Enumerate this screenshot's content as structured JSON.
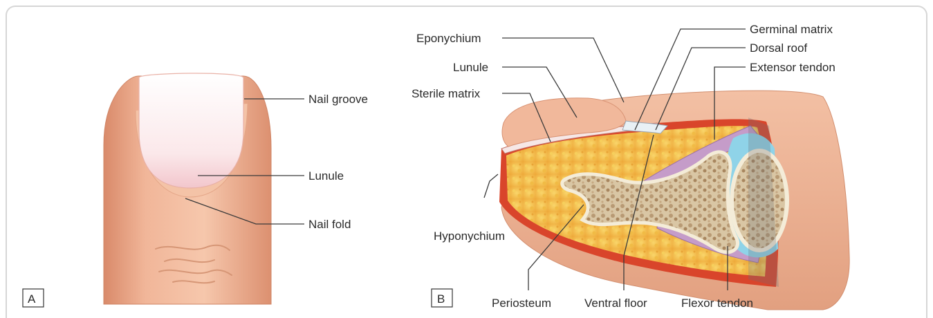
{
  "panel_a": {
    "id": "A",
    "labels": {
      "nail_groove": "Nail groove",
      "lunule": "Lunule",
      "nail_fold": "Nail fold"
    }
  },
  "panel_b": {
    "id": "B",
    "labels": {
      "eponychium": "Eponychium",
      "lunule": "Lunule",
      "sterile_matrix": "Sterile matrix",
      "hyponychium": "Hyponychium",
      "periosteum": "Periosteum",
      "ventral_floor": "Ventral floor",
      "flexor_tendon": "Flexor tendon",
      "germinal_matrix": "Germinal matrix",
      "dorsal_roof": "Dorsal roof",
      "extensor_tendon": "Extensor tendon"
    }
  },
  "colors": {
    "skin": "#f2b99a",
    "skin_dark": "#d98d6d",
    "nail": "#ffffff",
    "fat": "#f5c24a",
    "bone": "#e9ddc4",
    "dermis_red": "#d8432c",
    "tendon": "#c59cc9",
    "synovial": "#8fd3e8"
  }
}
